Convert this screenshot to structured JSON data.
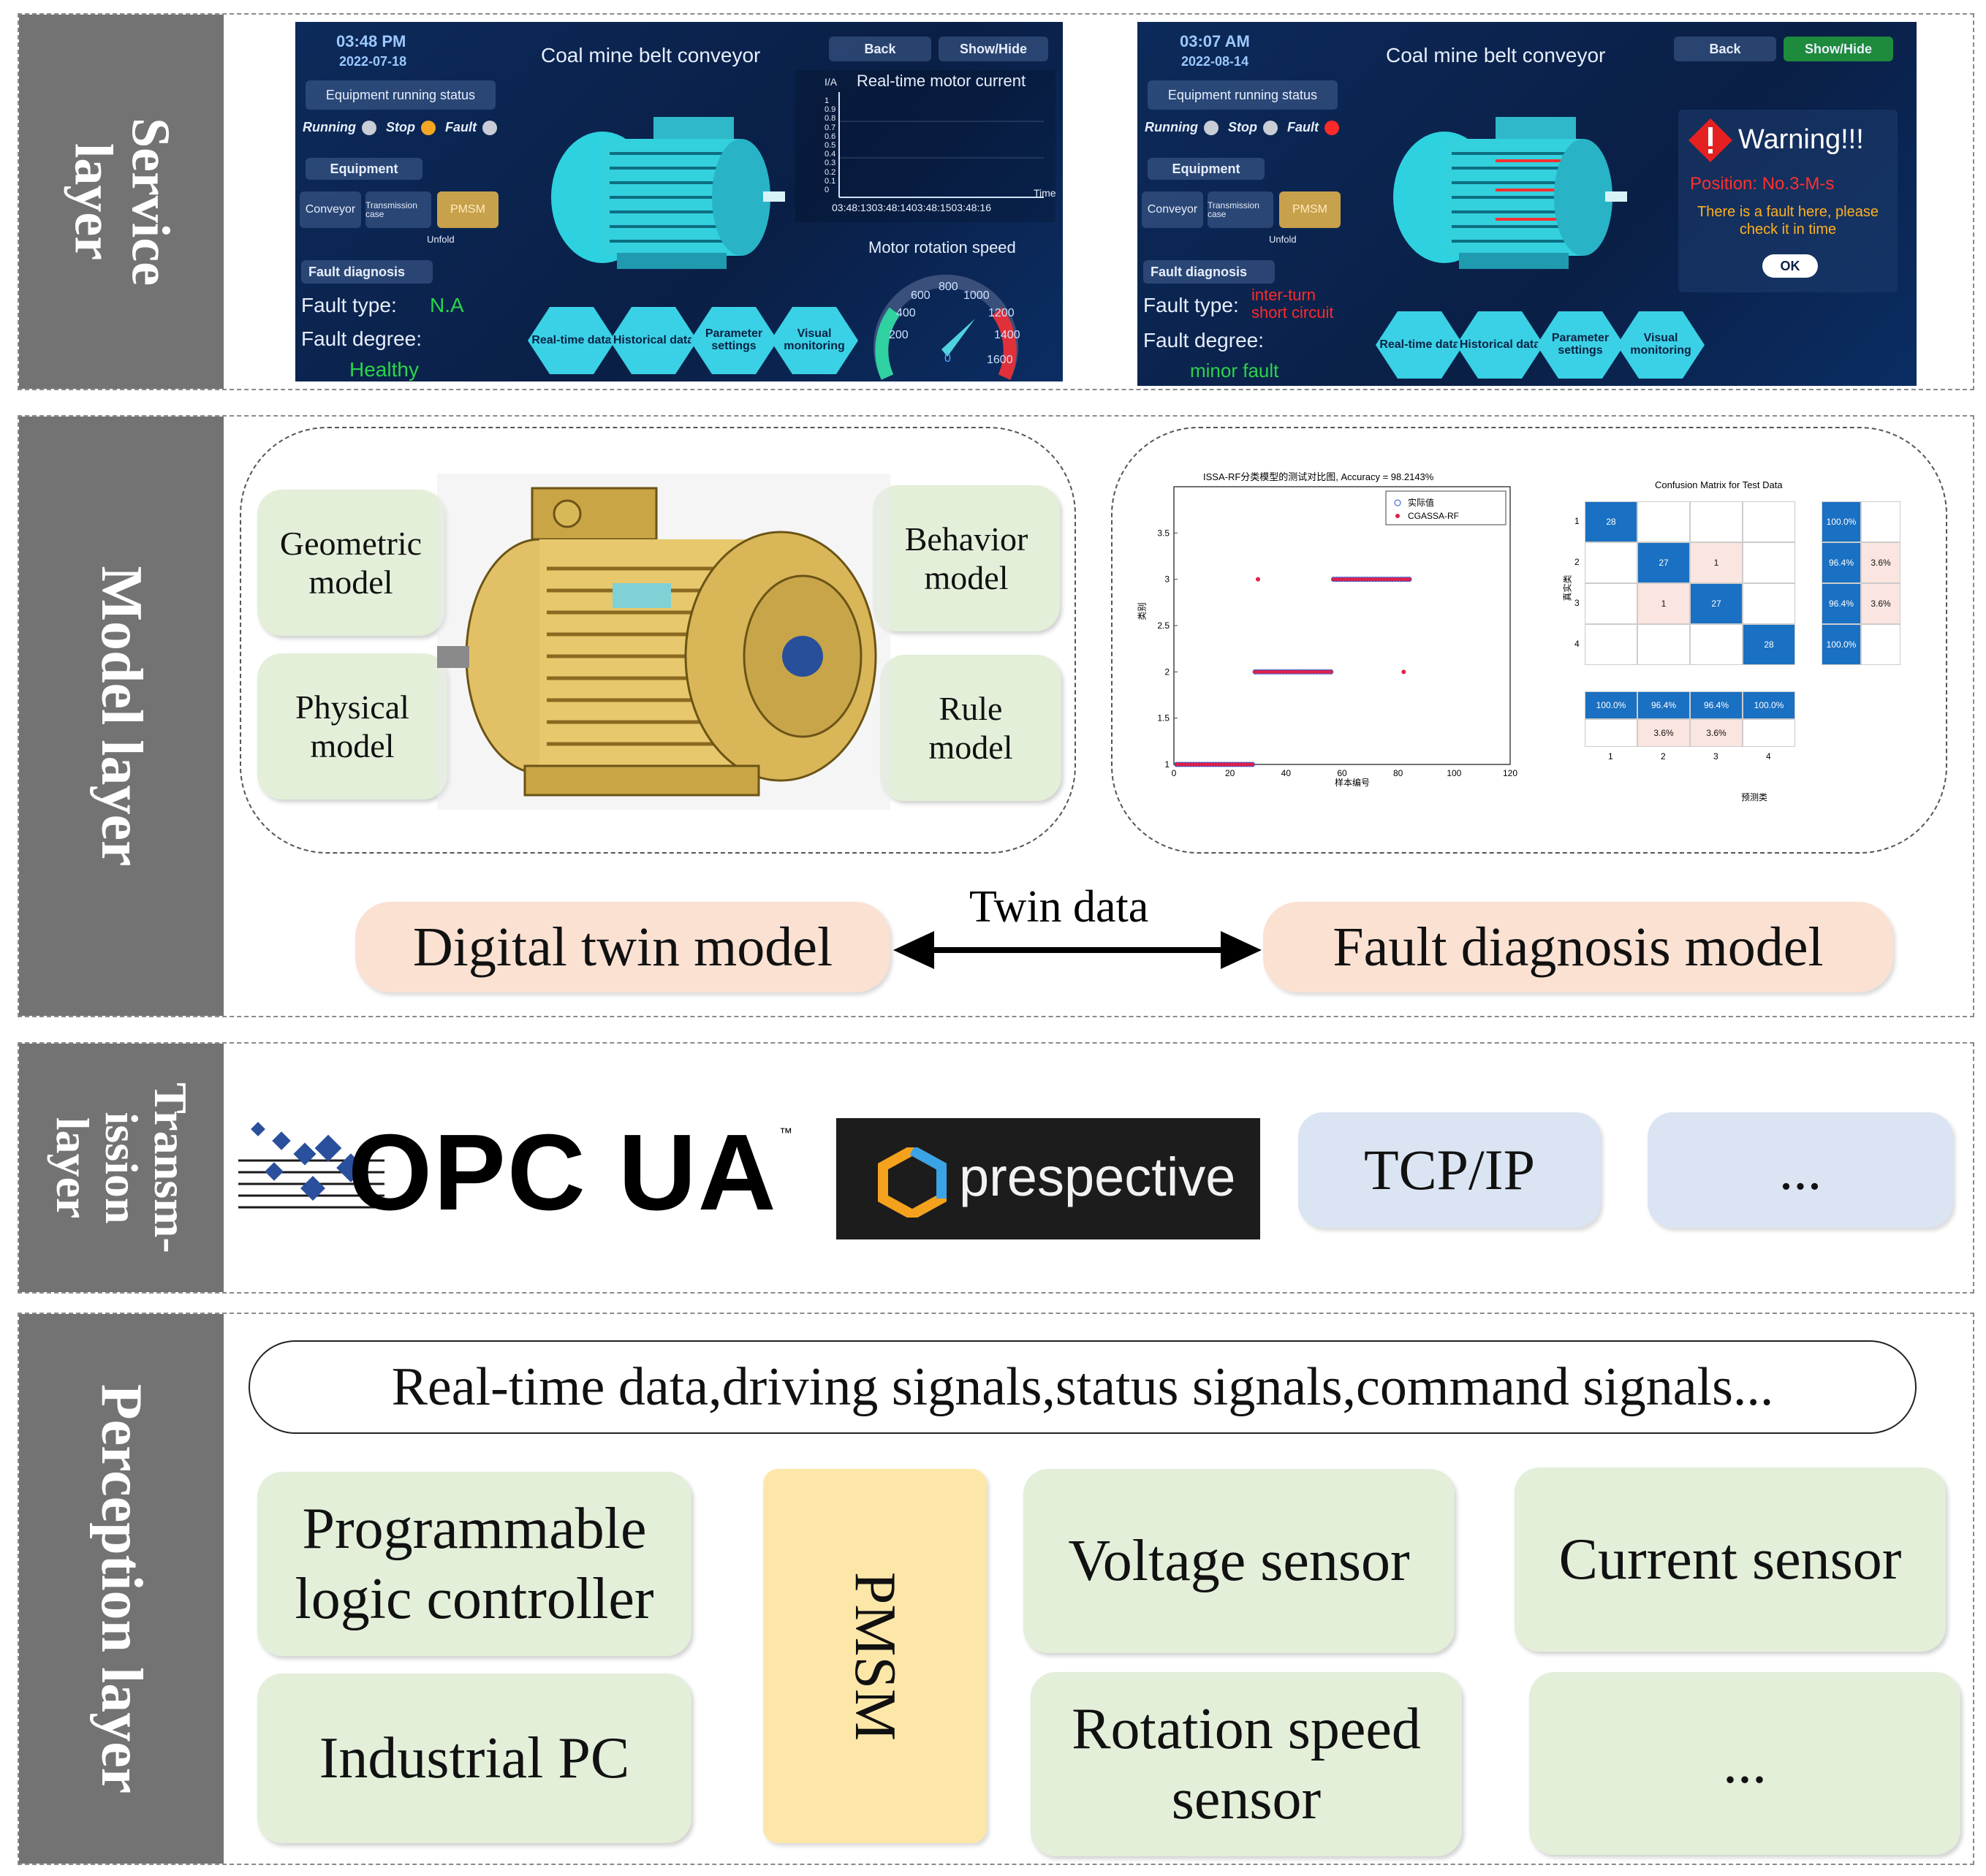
{
  "layers": {
    "service": "Service layer",
    "model": "Model layer",
    "transmission": [
      "Transm-",
      "ission",
      "layer"
    ],
    "perception": "Perception layer"
  },
  "screens": [
    {
      "time": "03:48 PM",
      "date": "2022-07-18",
      "title": "Coal mine belt conveyor",
      "back": "Back",
      "showhide": "Show/Hide",
      "status_title": "Equipment running status",
      "running": "Running",
      "stop": "Stop",
      "fault": "Fault",
      "equipment": "Equipment",
      "conveyor": "Conveyor",
      "transmission": "Transmission case",
      "pmsm": "PMSM",
      "unfold": "Unfold",
      "fault_diagnosis": "Fault diagnosis",
      "fault_type_label": "Fault type:",
      "fault_type_value": "N.A",
      "fault_degree_label": "Fault degree:",
      "fault_degree_value": "Healthy",
      "current_title": "Real-time motor current",
      "ia": "I/A",
      "time_axis": "Time",
      "x_ticks": [
        "03:48:13",
        "03:48:14",
        "03:48:15",
        "03:48:16"
      ],
      "y_ticks": [
        "1",
        "0.9",
        "0.8",
        "0.7",
        "0.6",
        "0.5",
        "0.4",
        "0.3",
        "0.2",
        "0.1",
        "0"
      ],
      "speed_title": "Motor rotation speed",
      "gauge_ticks": [
        "0",
        "200",
        "400",
        "600",
        "800",
        "1000",
        "1200",
        "1400",
        "1600"
      ],
      "hexes": [
        "Real-time data",
        "Historical data",
        "Parameter settings",
        "Visual monitoring"
      ],
      "active_status": "stop"
    },
    {
      "time": "03:07 AM",
      "date": "2022-08-14",
      "title": "Coal mine belt conveyor",
      "back": "Back",
      "showhide": "Show/Hide",
      "status_title": "Equipment running status",
      "running": "Running",
      "stop": "Stop",
      "fault": "Fault",
      "equipment": "Equipment",
      "conveyor": "Conveyor",
      "transmission": "Transmission case",
      "pmsm": "PMSM",
      "unfold": "Unfold",
      "fault_diagnosis": "Fault diagnosis",
      "fault_type_label": "Fault type:",
      "fault_type_value": "inter-turn short circuit",
      "fault_degree_label": "Fault degree:",
      "fault_degree_value": "minor fault",
      "warning": "Warning!!!",
      "position": "Position:  No.3-M-s",
      "warning_msg": "There is a fault here, please check it in time",
      "ok": "OK",
      "hexes": [
        "Real-time data",
        "Historical data",
        "Parameter settings",
        "Visual monitoring"
      ],
      "active_status": "fault"
    }
  ],
  "model": {
    "geometric": "Geometric model",
    "behavior": "Behavior model",
    "physical": "Physical model",
    "rule": "Rule model",
    "digital_twin": "Digital twin model",
    "twin_data": "Twin data",
    "fault_diagnosis": "Fault diagnosis model"
  },
  "chart_data": [
    {
      "type": "scatter",
      "title": "ISSA-RF分类模型的测试对比图, Accuracy = 98.2143%",
      "xlabel": "样本编号",
      "ylabel": "类别",
      "xlim": [
        0,
        120
      ],
      "ylim": [
        1,
        4
      ],
      "x_ticks": [
        "0",
        "20",
        "40",
        "60",
        "80",
        "100",
        "120"
      ],
      "y_ticks": [
        "1",
        "1.5",
        "2",
        "2.5",
        "3",
        "3.5"
      ],
      "series": [
        {
          "name": "实际值",
          "marker": "circle",
          "color": "#1f4fd0",
          "segments": [
            {
              "x": [
                1,
                28
              ],
              "y": 1
            },
            {
              "x": [
                29,
                56
              ],
              "y": 2
            },
            {
              "x": [
                57,
                84
              ],
              "y": 3
            }
          ]
        },
        {
          "name": "CGASSA-RF",
          "marker": "dot",
          "color": "#e0204a",
          "segments": [
            {
              "x": [
                1,
                28
              ],
              "y": 1
            },
            {
              "x": [
                29,
                56
              ],
              "y": 2
            },
            {
              "x": [
                57,
                84
              ],
              "y": 3
            }
          ],
          "outliers": [
            {
              "x": 30,
              "y": 3
            },
            {
              "x": 82,
              "y": 2
            }
          ]
        }
      ]
    },
    {
      "type": "heatmap",
      "title": "Confusion Matrix for Test Data",
      "xlabel": "预测类",
      "ylabel": "真实类",
      "categories": [
        "1",
        "2",
        "3",
        "4"
      ],
      "matrix": [
        [
          28,
          0,
          0,
          0
        ],
        [
          0,
          27,
          1,
          0
        ],
        [
          0,
          1,
          27,
          0
        ],
        [
          0,
          0,
          0,
          28
        ]
      ],
      "row_summary": [
        [
          "100.0%",
          ""
        ],
        [
          "96.4%",
          "3.6%"
        ],
        [
          "96.4%",
          "3.6%"
        ],
        [
          "100.0%",
          ""
        ]
      ],
      "col_summary": [
        [
          "100.0%",
          ""
        ],
        [
          "96.4%",
          "3.6%"
        ],
        [
          "96.4%",
          "3.6%"
        ],
        [
          "100.0%",
          ""
        ]
      ]
    }
  ],
  "transmission": {
    "opcua": "OPC UA",
    "opcua_tm": "™",
    "prespective": "prespective",
    "tcpip": "TCP/IP",
    "ellipsis": "..."
  },
  "perception": {
    "signals": "Real-time data,driving signals,status signals,command signals...",
    "plc": "Programmable logic controller",
    "pmsm": "PMSM",
    "voltage": "Voltage sensor",
    "current": "Current sensor",
    "ipc": "Industrial PC",
    "rotation": "Rotation speed sensor",
    "ellipsis": "..."
  },
  "colors": {
    "label_gray": "#737373",
    "green_box": "#e3efd9",
    "peach_box": "#fbe1d2",
    "blue_box": "#dbe4f2",
    "yellow_box": "#fde7a8",
    "screen_bg": "#0c2a5a",
    "cyan": "#3ad1e6",
    "fault_red": "#ff2a2a",
    "ok_green": "#2bd44a"
  }
}
